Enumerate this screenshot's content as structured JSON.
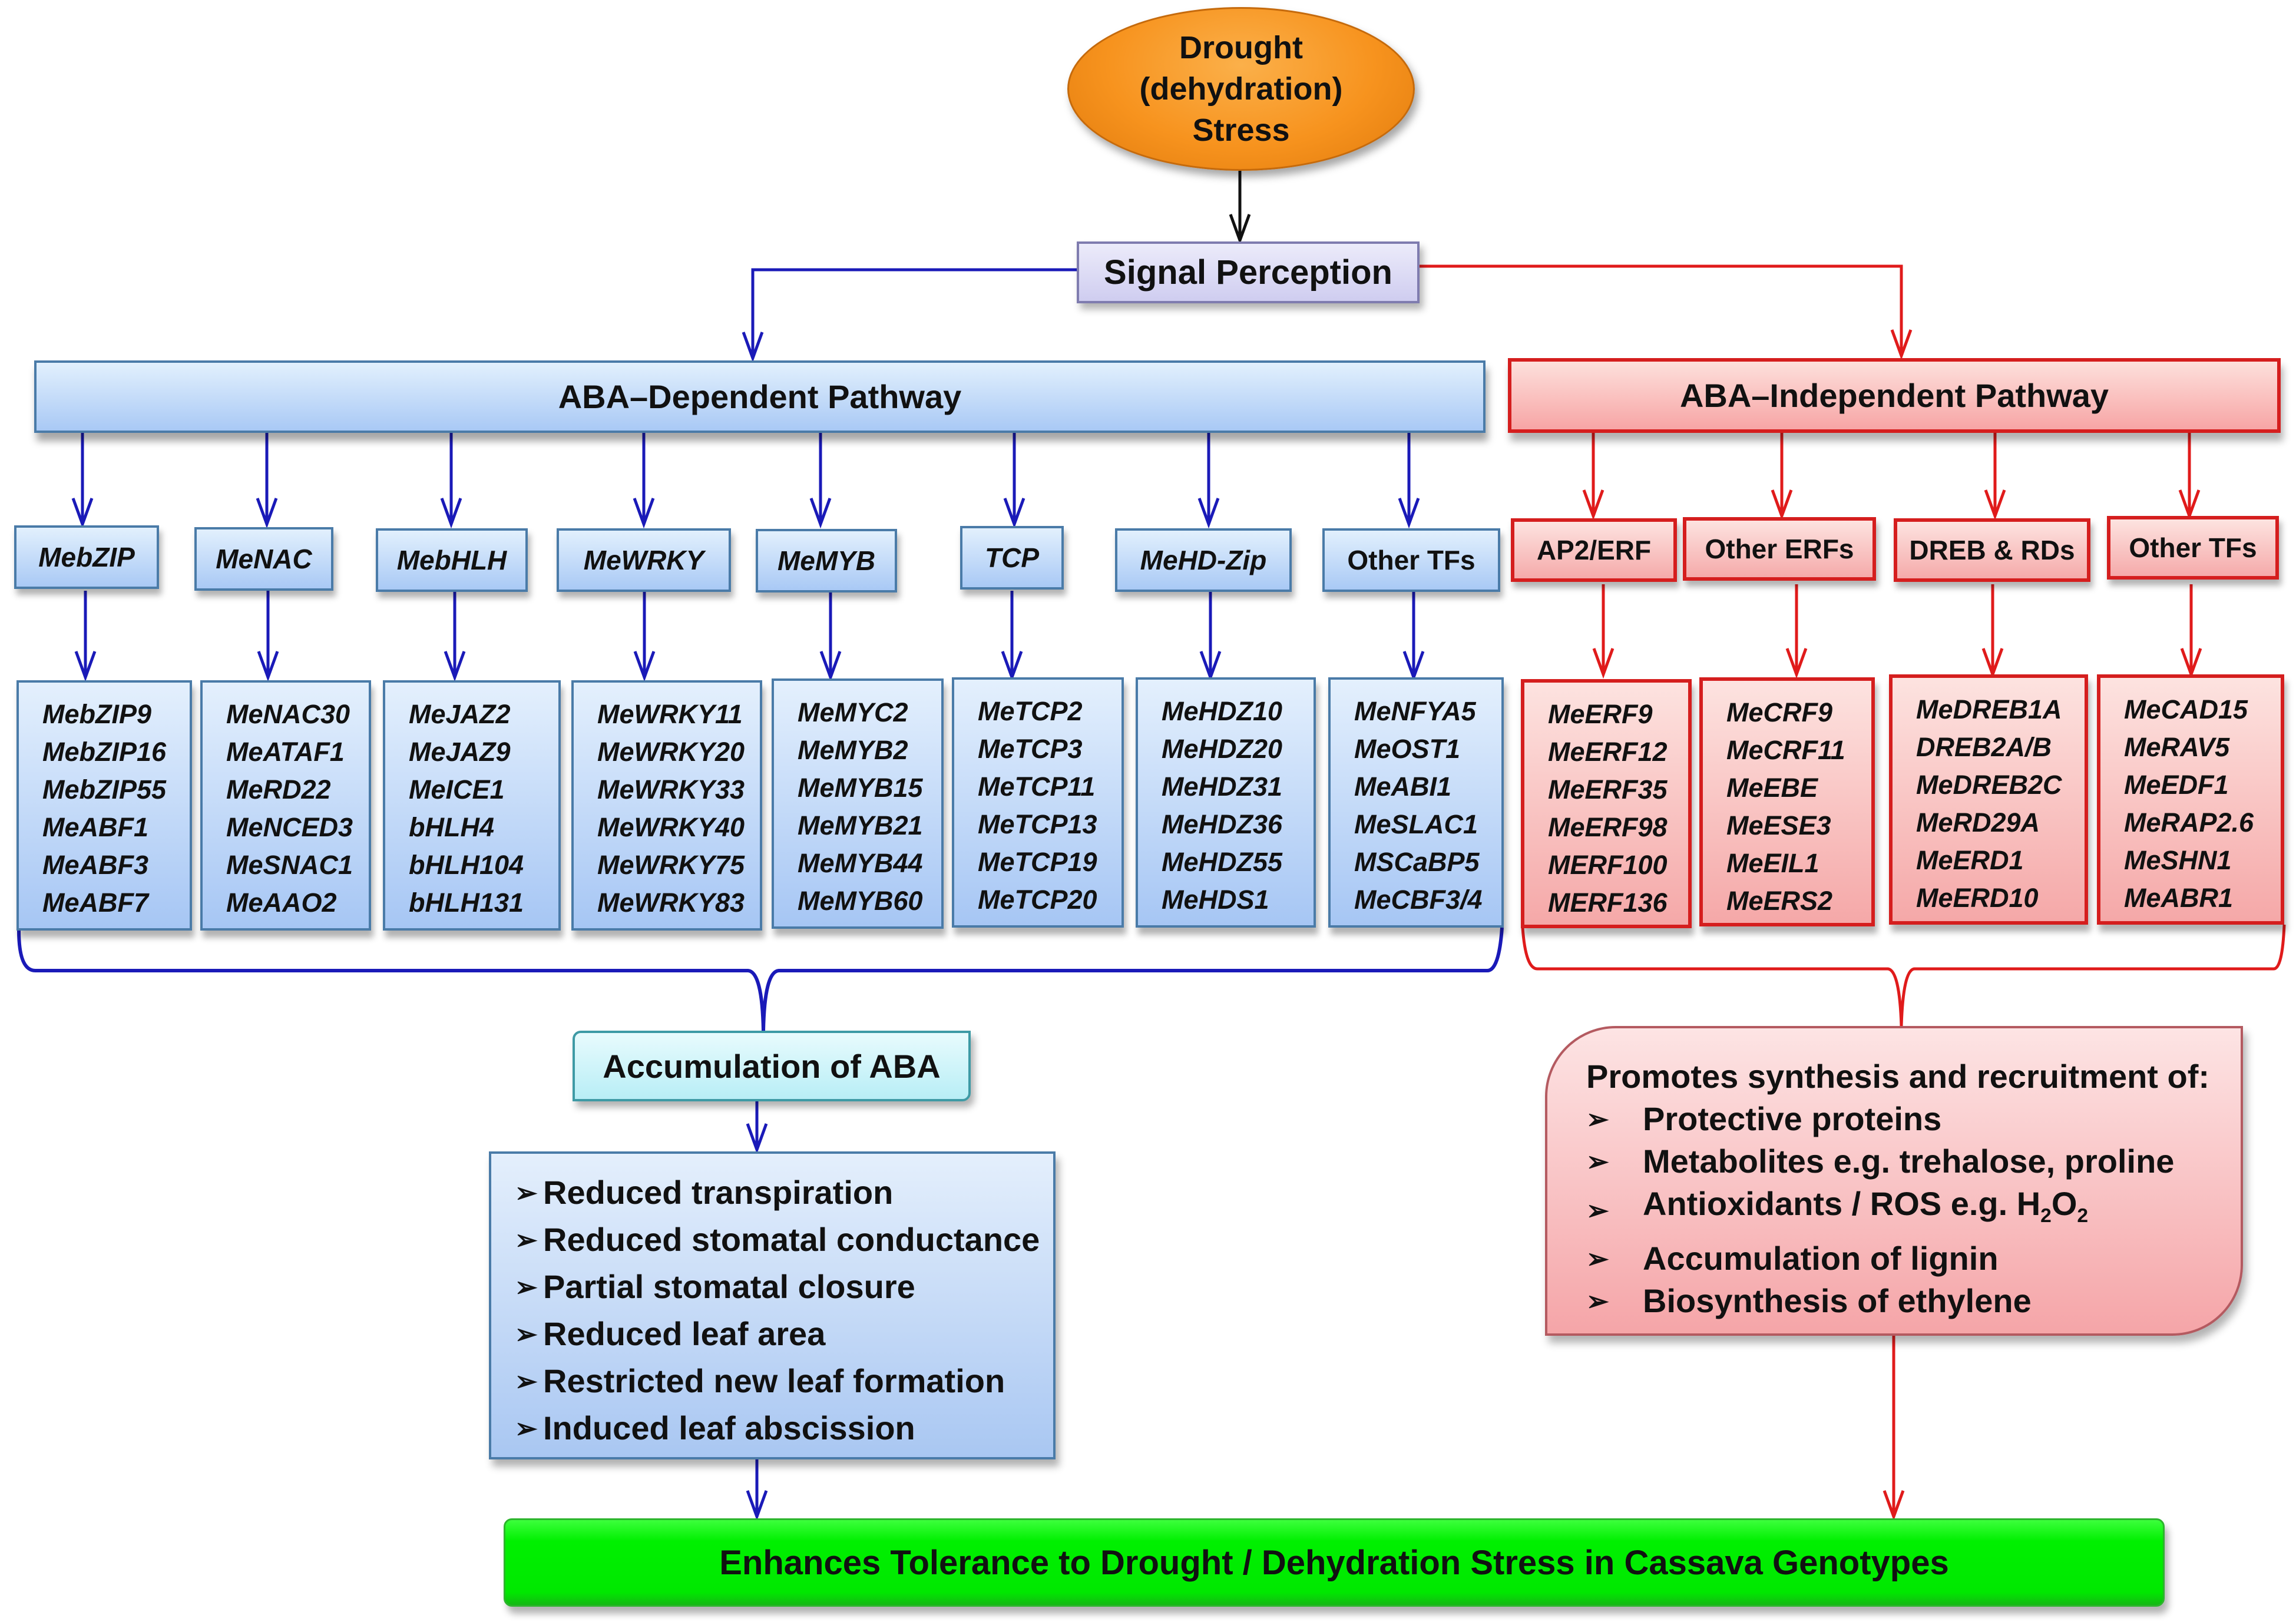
{
  "stress": {
    "label": "Drought\n(dehydration)\nStress"
  },
  "signal_perception": {
    "label": "Signal Perception"
  },
  "aba_dependent": {
    "title": "ABA–Dependent Pathway",
    "families": [
      {
        "name": "MebZIP",
        "genes": [
          "MebZIP9",
          "MebZIP16",
          "MebZIP55",
          "MeABF1",
          "MeABF3",
          "MeABF7"
        ]
      },
      {
        "name": "MeNAC",
        "genes": [
          "MeNAC30",
          "MeATAF1",
          "MeRD22",
          "MeNCED3",
          "MeSNAC1",
          "MeAAO2"
        ]
      },
      {
        "name": "MebHLH",
        "genes": [
          "MeJAZ2",
          "MeJAZ9",
          "MeICE1",
          "bHLH4",
          "bHLH104",
          "bHLH131"
        ]
      },
      {
        "name": "MeWRKY",
        "genes": [
          "MeWRKY11",
          "MeWRKY20",
          "MeWRKY33",
          "MeWRKY40",
          "MeWRKY75",
          "MeWRKY83"
        ]
      },
      {
        "name": "MeMYB",
        "genes": [
          "MeMYC2",
          "MeMYB2",
          "MeMYB15",
          "MeMYB21",
          "MeMYB44",
          "MeMYB60"
        ]
      },
      {
        "name": "TCP",
        "genes": [
          "MeTCP2",
          "MeTCP3",
          "MeTCP11",
          "MeTCP13",
          "MeTCP19",
          "MeTCP20"
        ]
      },
      {
        "name": "MeHD-Zip",
        "genes": [
          "MeHDZ10",
          "MeHDZ20",
          "MeHDZ31",
          "MeHDZ36",
          "MeHDZ55",
          "MeHDS1"
        ]
      },
      {
        "name": "Other TFs",
        "genes": [
          "MeNFYA5",
          "MeOST1",
          "MeABI1",
          "MeSLAC1",
          "MSCaBP5",
          "MeCBF3/4"
        ]
      }
    ],
    "accumulation": "Accumulation of ABA",
    "effects": [
      "Reduced transpiration",
      "Reduced stomatal  conductance",
      "Partial stomatal  closure",
      "Reduced leaf  area",
      "Restricted new leaf formation",
      "Induced leaf abscission"
    ]
  },
  "aba_independent": {
    "title": "ABA–Independent Pathway",
    "families": [
      {
        "name": "AP2/ERF",
        "genes": [
          "MeERF9",
          "MeERF12",
          "MeERF35",
          "MeERF98",
          "MERF100",
          "MERF136"
        ]
      },
      {
        "name": "Other ERFs",
        "genes": [
          "MeCRF9",
          "MeCRF11",
          "MeEBE",
          "MeESE3",
          "MeEIL1",
          "MeERS2"
        ]
      },
      {
        "name": "DREB & RDs",
        "genes": [
          "MeDREB1A",
          "DREB2A/B",
          "MeDREB2C",
          "MeRD29A",
          "MeERD1",
          "MeERD10"
        ]
      },
      {
        "name": "Other TFs",
        "genes": [
          "MeCAD15",
          "MeRAV5",
          "MeEDF1",
          "MeRAP2.6",
          "MeSHN1",
          "MeABR1"
        ]
      }
    ],
    "promotes": {
      "heading": "Promotes synthesis and recruitment of:",
      "items": [
        "Protective proteins",
        "Metabolites e.g. trehalose, proline",
        "Antioxidants / ROS e.g. H2O2",
        "Accumulation  of lignin",
        "Biosynthesis of ethylene"
      ],
      "h2o2": {
        "prefix": "Antioxidants / ROS e.g. H",
        "sub1": "2",
        "mid": "O",
        "sub2": "2"
      }
    }
  },
  "outcome": {
    "label": "Enhances Tolerance to Drought / Dehydration Stress in Cassava Genotypes"
  },
  "icons": {
    "bullet": "arrow-bullet-icon",
    "bullet_glyph": "➢"
  },
  "colors": {
    "blue_line": "#1a1ab8",
    "red_line": "#e01b1b",
    "black_line": "#111111",
    "orange": "#f7931e",
    "green": "#00e800"
  }
}
